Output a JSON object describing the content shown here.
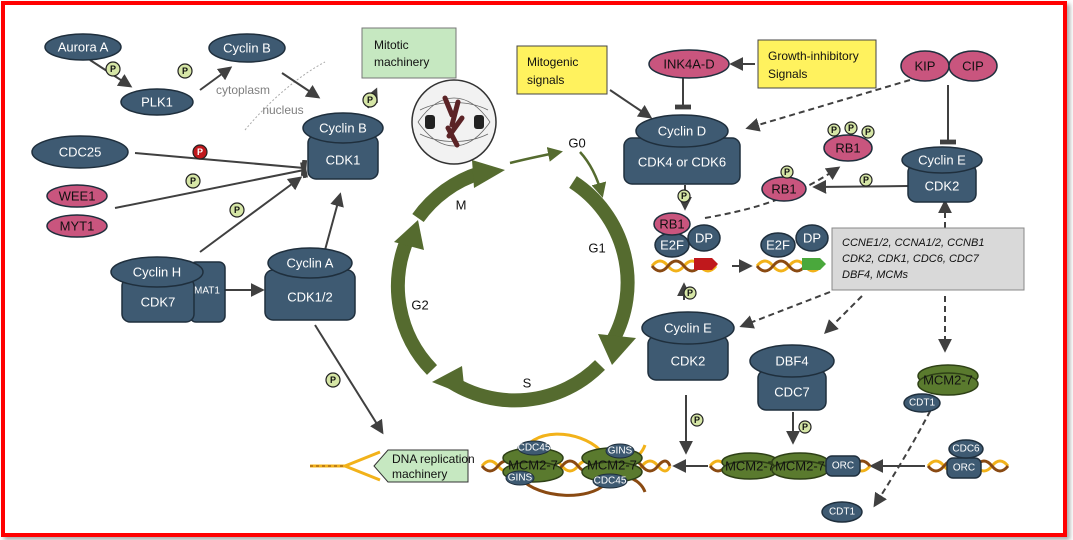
{
  "colors": {
    "frame": "#ff0000",
    "protein": "#3e5a72",
    "protein_stroke": "#1f2f3d",
    "pink": "#c9557e",
    "mcm": "#5a7a2e",
    "cycle": "#556b2f",
    "yellow": "#fff25e",
    "green_box": "#c6e8c1",
    "gray_box": "#d9d9d9",
    "phospho": "#d6e6a6",
    "phospho_red": "#c0181c",
    "dna": "#f2b21a",
    "dna_dark": "#8a4a12"
  },
  "phases": {
    "g0": "G0",
    "g1": "G1",
    "g2": "G2",
    "m": "M",
    "s": "S"
  },
  "proteins": {
    "aurora_a": "Aurora A",
    "plk1": "PLK1",
    "cyclin_b_top": "Cyclin B",
    "cyclin_b": "Cyclin B",
    "cdk1": "CDK1",
    "cdc25": "CDC25",
    "wee1": "WEE1",
    "myt1": "MYT1",
    "cyclin_h": "Cyclin H",
    "cdk7": "CDK7",
    "mat1": "MAT1",
    "cyclin_a": "Cyclin A",
    "cdk1_2": "CDK1/2",
    "cyclin_d": "Cyclin D",
    "cdk4_6": "CDK4 or CDK6",
    "ink4a_d": "INK4A-D",
    "kip": "KIP",
    "cip": "CIP",
    "rb1_top": "RB1",
    "rb1_mid": "RB1",
    "rb1_bound": "RB1",
    "e2f_bound": "E2F",
    "dp_bound": "DP",
    "e2f_free": "E2F",
    "dp_free": "DP",
    "cyclin_e_right": "Cyclin E",
    "cdk2_right": "CDK2",
    "cyclin_e_mid": "Cyclin E",
    "cdk2_mid": "CDK2",
    "dbf4": "DBF4",
    "cdc7": "CDC7",
    "mcm2_7_top": "MCM2-7",
    "cdt1_top": "CDT1",
    "cdt1_bottom": "CDT1",
    "cdc6": "CDC6",
    "orc_right": "ORC",
    "orc_mid": "ORC",
    "mcm_a": "MCM2-7",
    "mcm_b": "MCM2-7",
    "fork_mcm_left": "MCM2-7",
    "fork_mcm_right": "MCM2-7",
    "fork_cdc45_left": "CDC45",
    "fork_gins_left": "GINS",
    "fork_gins_right": "GINS",
    "fork_cdc45_right": "CDC45"
  },
  "boxes": {
    "mitotic": [
      "Mitotic",
      "machinery"
    ],
    "mitogenic": [
      "Mitogenic",
      "signals"
    ],
    "growth_inhibitory": [
      "Growth-inhibitory",
      "Signals"
    ],
    "dna_replication": [
      "DNA replication",
      "machinery"
    ],
    "targets": [
      "CCNE1/2, CCNA1/2, CCNB1",
      "CDK2, CDK1, CDC6, CDC7",
      "DBF4, MCMs"
    ]
  },
  "labels": {
    "cytoplasm": "cytoplasm",
    "nucleus": "nucleus",
    "phospho": "P"
  }
}
